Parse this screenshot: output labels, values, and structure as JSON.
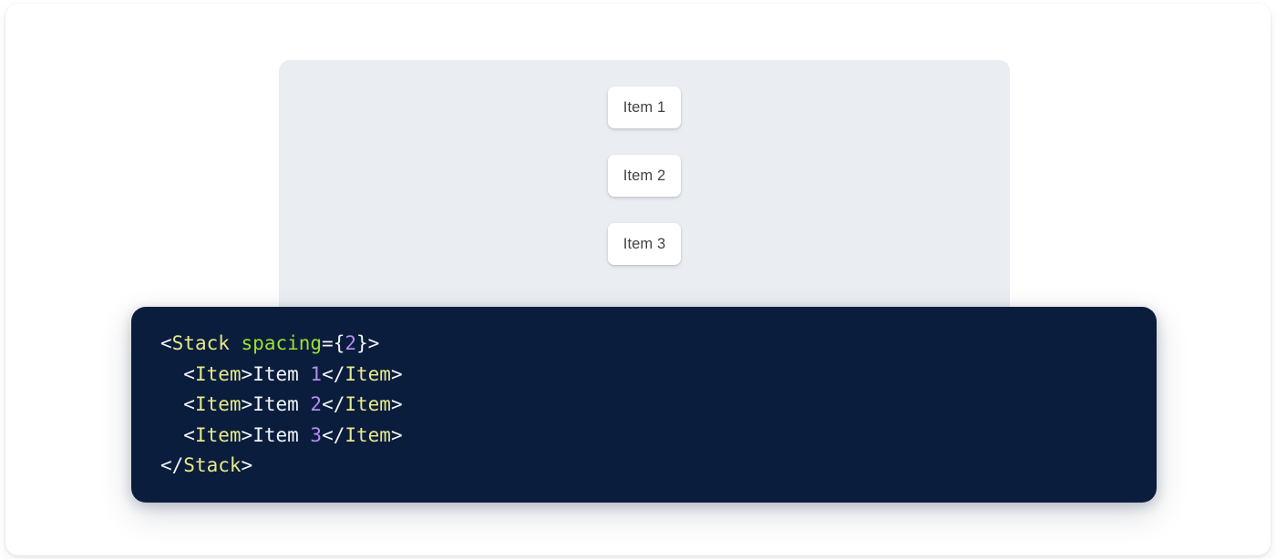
{
  "preview": {
    "panel_name": "stack-preview-panel",
    "background_color": "#eaedf2",
    "items": [
      {
        "label": "Item 1"
      },
      {
        "label": "Item 2"
      },
      {
        "label": "Item 3"
      }
    ]
  },
  "code_block": {
    "background_color": "#0b1d3d",
    "language": "jsx",
    "colors": {
      "punctuation": "#f2f4f8",
      "tag": "#e8e98a",
      "attribute": "#9ce22e",
      "number": "#b48ef0",
      "text": "#f2f4f8"
    },
    "lines": [
      {
        "indent": "",
        "tokens": [
          {
            "type": "punct",
            "text": "<"
          },
          {
            "type": "tag",
            "text": "Stack"
          },
          {
            "type": "text",
            "text": " "
          },
          {
            "type": "attr",
            "text": "spacing"
          },
          {
            "type": "punct",
            "text": "={"
          },
          {
            "type": "num",
            "text": "2"
          },
          {
            "type": "punct",
            "text": "}>"
          }
        ]
      },
      {
        "indent": "  ",
        "tokens": [
          {
            "type": "punct",
            "text": "<"
          },
          {
            "type": "tag",
            "text": "Item"
          },
          {
            "type": "punct",
            "text": ">"
          },
          {
            "type": "text",
            "text": "Item "
          },
          {
            "type": "num",
            "text": "1"
          },
          {
            "type": "punct",
            "text": "</"
          },
          {
            "type": "tag",
            "text": "Item"
          },
          {
            "type": "punct",
            "text": ">"
          }
        ]
      },
      {
        "indent": "  ",
        "tokens": [
          {
            "type": "punct",
            "text": "<"
          },
          {
            "type": "tag",
            "text": "Item"
          },
          {
            "type": "punct",
            "text": ">"
          },
          {
            "type": "text",
            "text": "Item "
          },
          {
            "type": "num",
            "text": "2"
          },
          {
            "type": "punct",
            "text": "</"
          },
          {
            "type": "tag",
            "text": "Item"
          },
          {
            "type": "punct",
            "text": ">"
          }
        ]
      },
      {
        "indent": "  ",
        "tokens": [
          {
            "type": "punct",
            "text": "<"
          },
          {
            "type": "tag",
            "text": "Item"
          },
          {
            "type": "punct",
            "text": ">"
          },
          {
            "type": "text",
            "text": "Item "
          },
          {
            "type": "num",
            "text": "3"
          },
          {
            "type": "punct",
            "text": "</"
          },
          {
            "type": "tag",
            "text": "Item"
          },
          {
            "type": "punct",
            "text": ">"
          }
        ]
      },
      {
        "indent": "",
        "tokens": [
          {
            "type": "punct",
            "text": "</"
          },
          {
            "type": "tag",
            "text": "Stack"
          },
          {
            "type": "punct",
            "text": ">"
          }
        ]
      }
    ]
  }
}
